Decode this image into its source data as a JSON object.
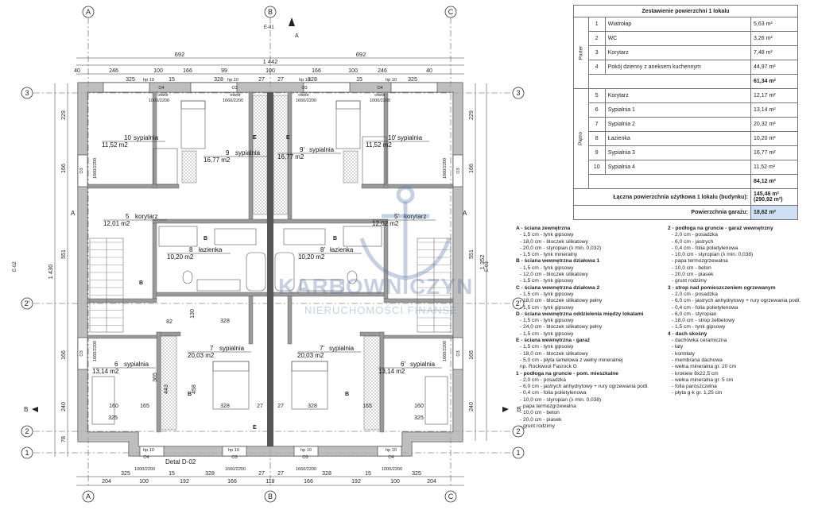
{
  "table": {
    "title": "Zestawienie powierzchni 1 lokalu",
    "groups": [
      {
        "name": "Parter",
        "rows": [
          {
            "no": "1",
            "name": "Wiatrołap",
            "area": "5,63 m²"
          },
          {
            "no": "2",
            "name": "WC",
            "area": "3,26 m²"
          },
          {
            "no": "3",
            "name": "Korytarz",
            "area": "7,48 m²"
          },
          {
            "no": "4",
            "name": "Pokój dzienny z aneksem kuchennym",
            "area": "44,97 m²"
          }
        ],
        "sum": "61,34 m²"
      },
      {
        "name": "Piętro",
        "rows": [
          {
            "no": "5",
            "name": "Korytarz",
            "area": "12,17 m²"
          },
          {
            "no": "6",
            "name": "Sypialnia 1",
            "area": "13,14 m²"
          },
          {
            "no": "7",
            "name": "Sypialnia 2",
            "area": "20,32 m²"
          },
          {
            "no": "8",
            "name": "Łazienka",
            "area": "10,20 m²"
          },
          {
            "no": "9",
            "name": "Sypialnia 3",
            "area": "16,77 m²"
          },
          {
            "no": "10",
            "name": "Sypialnia 4",
            "area": "11,52 m²"
          }
        ],
        "sum": "84,12 m²"
      }
    ],
    "total_label": "Łączna powierzchnia użytkowa 1 lokalu (budynku):",
    "total_value": "145,46 m²",
    "total_value2": "(290,92 m²)",
    "garage_label": "Powierzchnia garażu:",
    "garage_value": "18,62 m²"
  },
  "specs_left": [
    {
      "title": "A - ściana zewnętrzna",
      "items": [
        "- 1,5 cm - tynk gipsowy",
        "- 18,0 cm - bloczek silikatowy",
        "- 20,0 cm - styropian (λ min. 0,032)",
        "- 1,5 cm - tynk mineralny"
      ]
    },
    {
      "title": "B - ściana wewnętrzna działowa 1",
      "items": [
        "- 1,5 cm - tynk gipsowy",
        "- 12,0 cm - bloczek silikatowy",
        "- 1,5 cm - tynk gipsowy"
      ]
    },
    {
      "title": "C - ściana wewnętrzna działowa 2",
      "items": [
        "- 1,5 cm - tynk gipsowy",
        "- 18,0 cm - bloczek silikatowy pełny",
        "- 1,5 cm - tynk gipsowy"
      ]
    },
    {
      "title": "D - ściana wewnętrzna oddzielenia między lokalami",
      "items": [
        "- 1,5 cm - tynk gipsowy",
        "- 24,0 cm - bloczek silikatowy pełny",
        "- 1,5 cm - tynk gipsowy"
      ]
    },
    {
      "title": "E - ściana wewnętrzna - garaż",
      "items": [
        "- 1,5 cm - tynk gipsowy",
        "- 18,0 cm - bloczek silikatowy",
        "- 5,0 cm - płyta lamelowa z wełny mineralnej",
        "np. Rockwool Fasrock G"
      ]
    },
    {
      "title": "1 - podłoga na gruncie - pom. mieszkalne",
      "items": [
        "- 2,0 cm - posadzka",
        "- 6,0 cm - jastrych anhydrytowy + rury ogrzewania podł.",
        "- 0,4 cm - folia polietylenowa",
        "- 10,0 cm - styropian (λ min. 0,038)",
        "- papa termozgrzewalna",
        "- 10,0 cm - beton",
        "- 20,0 cm - piasek",
        "- grunt rodzimy"
      ]
    }
  ],
  "specs_right": [
    {
      "title": "2 - podłoga na gruncie - garaż wewnętrzny",
      "items": [
        "- 2,0 cm - posadzka",
        "- 6,0 cm - jastrych",
        "- 0,4 cm - folia polietylenowa",
        "- 10,0 cm - styropian (λ min. 0,038)",
        "- papa termozgrzewalna",
        "- 10,0 cm - beton",
        "- 20,0 cm - piasek",
        "- grunt rodzimy"
      ]
    },
    {
      "title": "3 - strop nad pomieszczeniem ogrzewanym",
      "items": [
        "- 2,0 cm - posadzka",
        "- 6,0 cm - jastrych anhydrytowy + rury ogrzewania podł.",
        "- 0,4 cm - folia polietylenowa",
        "- 6,0 cm - styropian",
        "- 18,0 cm - strop żelbetowy",
        "- 1,5 cm - tynk gipsowy"
      ]
    },
    {
      "title": "4 - dach skośny",
      "items": [
        "- dachówka ceramiczna",
        "- łaty",
        "- kontrłaty",
        "- membrana dachowa",
        "- wełna mineralna gr. 20 cm",
        "- krokiew 8x22,5 cm",
        "- wełna mineralna gr. 5 cm",
        "- folia paroszczelna",
        "- płyta g-k gr. 1,25 cm"
      ]
    }
  ],
  "axes": {
    "A": "A",
    "B": "B",
    "C": "C",
    "r1": "1",
    "r2": "2",
    "r2p": "2'",
    "r3": "3"
  },
  "sections": {
    "E01": "E-01",
    "E02": "E-02",
    "E03": "E-03",
    "A": "A",
    "B": "B"
  },
  "dims_top": {
    "half": "692",
    "total": "1 442",
    "row3": [
      "40",
      "246",
      "100",
      "166",
      "99",
      "100",
      "166",
      "100",
      "246",
      "40"
    ],
    "row4": [
      "325",
      "15",
      "328",
      "27",
      "27",
      "328",
      "15",
      "325"
    ]
  },
  "dims_bottom": {
    "row1": [
      "325",
      "15",
      "328",
      "27",
      "27",
      "328",
      "15",
      "325"
    ],
    "row2": [
      "204",
      "100",
      "192",
      "166",
      "118",
      "166",
      "192",
      "100",
      "204"
    ]
  },
  "dims_left": [
    "229",
    "166",
    "551",
    "166",
    "240",
    "78"
  ],
  "dims_left_total": "1 430",
  "dims_right": [
    "229",
    "166",
    "551",
    "166",
    "240"
  ],
  "dims_right_total": "1 352",
  "inner_dims": [
    "82",
    "130",
    "328",
    "443",
    "365",
    "458",
    "160",
    "165",
    "165",
    "160",
    "328",
    "27",
    "27",
    "328",
    "325",
    "325"
  ],
  "windows": {
    "hp": "hp 10",
    "o4": "O4",
    "o4_sz": "1000/2200",
    "o3": "O3",
    "o3_sz": "1660/2200",
    "obw": "otwór"
  },
  "rooms": [
    {
      "num": "10",
      "name": "sypialnia",
      "area": "11,52 m2"
    },
    {
      "num": "9",
      "name": "sypialnia",
      "area": "16,77 m2"
    },
    {
      "num": "9'",
      "name": "sypialnia",
      "area": "16,77 m2"
    },
    {
      "num": "10'",
      "name": "sypialnia",
      "area": "11,52 m2"
    },
    {
      "num": "5",
      "name": "korytarz",
      "area": "12,01 m2"
    },
    {
      "num": "5'",
      "name": "korytarz",
      "area": "12,02 m2"
    },
    {
      "num": "8",
      "name": "łazienka",
      "area": "10,20 m2"
    },
    {
      "num": "8'",
      "name": "łazienka",
      "area": "10,20 m2"
    },
    {
      "num": "6",
      "name": "sypialnia",
      "area": "13,14 m2"
    },
    {
      "num": "7",
      "name": "sypialnia",
      "area": "20,03 m2"
    },
    {
      "num": "7'",
      "name": "sypialnia",
      "area": "20,03 m2"
    },
    {
      "num": "6'",
      "name": "sypialnia",
      "area": "13,14 m2"
    }
  ],
  "detail": "Detal D-02",
  "watermark": "KARBOWNICZYN",
  "watermark2": "NIERUCHOMOŚCI FINANSE",
  "colors": {
    "wall": "#9a9a9a",
    "wall_dark": "#4a4a4a",
    "dim": "#333333",
    "watermark": "#5a78aa"
  }
}
